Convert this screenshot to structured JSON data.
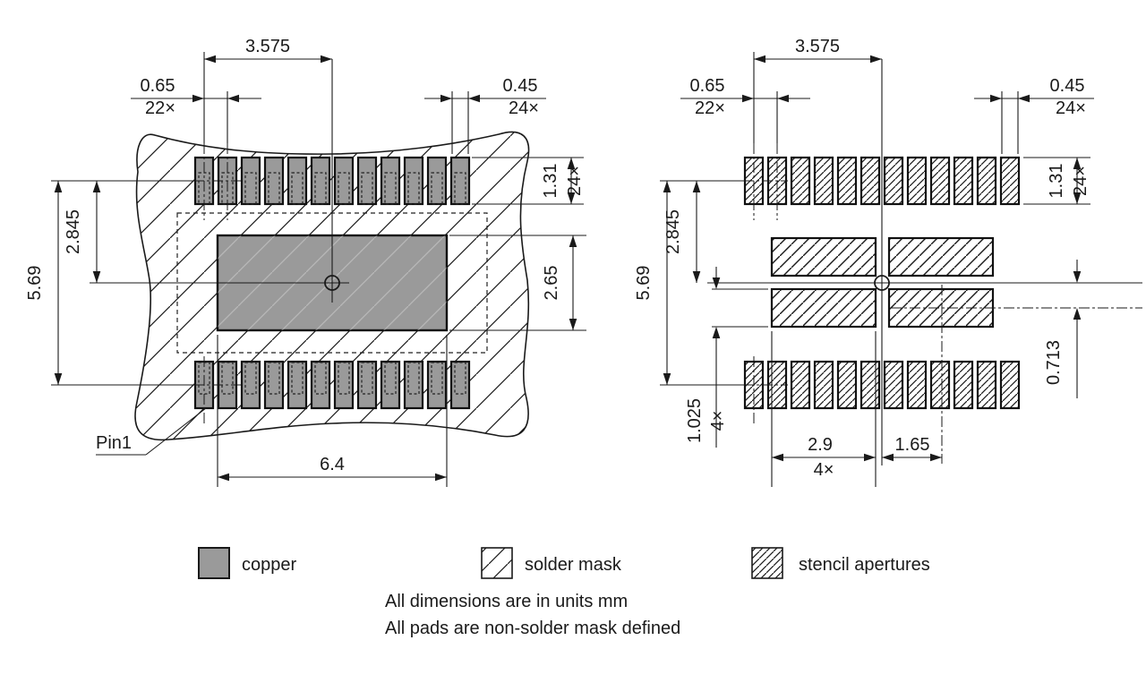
{
  "colors": {
    "copper_fill": "#9a9a9a",
    "line": "#1a1a1a",
    "background": "#ffffff"
  },
  "figure": {
    "pads_per_row": 12,
    "pad_rows": 2,
    "thermal_apertures": 4
  },
  "left_view": {
    "dim_center_span": "3.575",
    "dim_pitch": "0.65",
    "dim_pitch_qty": "22×",
    "dim_pad_width": "0.45",
    "dim_pad_width_qty": "24×",
    "dim_pad_height": "1.31",
    "dim_pad_height_qty": "24×",
    "dim_row_center": "2.845",
    "dim_row_span": "5.69",
    "dim_thermal_height": "2.65",
    "dim_thermal_width": "6.4",
    "pin1_label": "Pin1"
  },
  "right_view": {
    "dim_center_span": "3.575",
    "dim_pitch": "0.65",
    "dim_pitch_qty": "22×",
    "dim_pad_width": "0.45",
    "dim_pad_width_qty": "24×",
    "dim_pad_height": "1.31",
    "dim_pad_height_qty": "24×",
    "dim_row_center": "2.845",
    "dim_row_span": "5.69",
    "dim_aperture_height": "1.025",
    "dim_aperture_height_qty": "4×",
    "dim_aperture_width": "2.9",
    "dim_aperture_width_qty": "4×",
    "dim_aperture_right_offset": "1.65",
    "dim_aperture_vert_offset": "0.713"
  },
  "legend": {
    "copper": "copper",
    "solder_mask": "solder mask",
    "stencil": "stencil apertures"
  },
  "notes": {
    "line1": "All dimensions are in units mm",
    "line2": "All pads are non-solder mask defined"
  }
}
